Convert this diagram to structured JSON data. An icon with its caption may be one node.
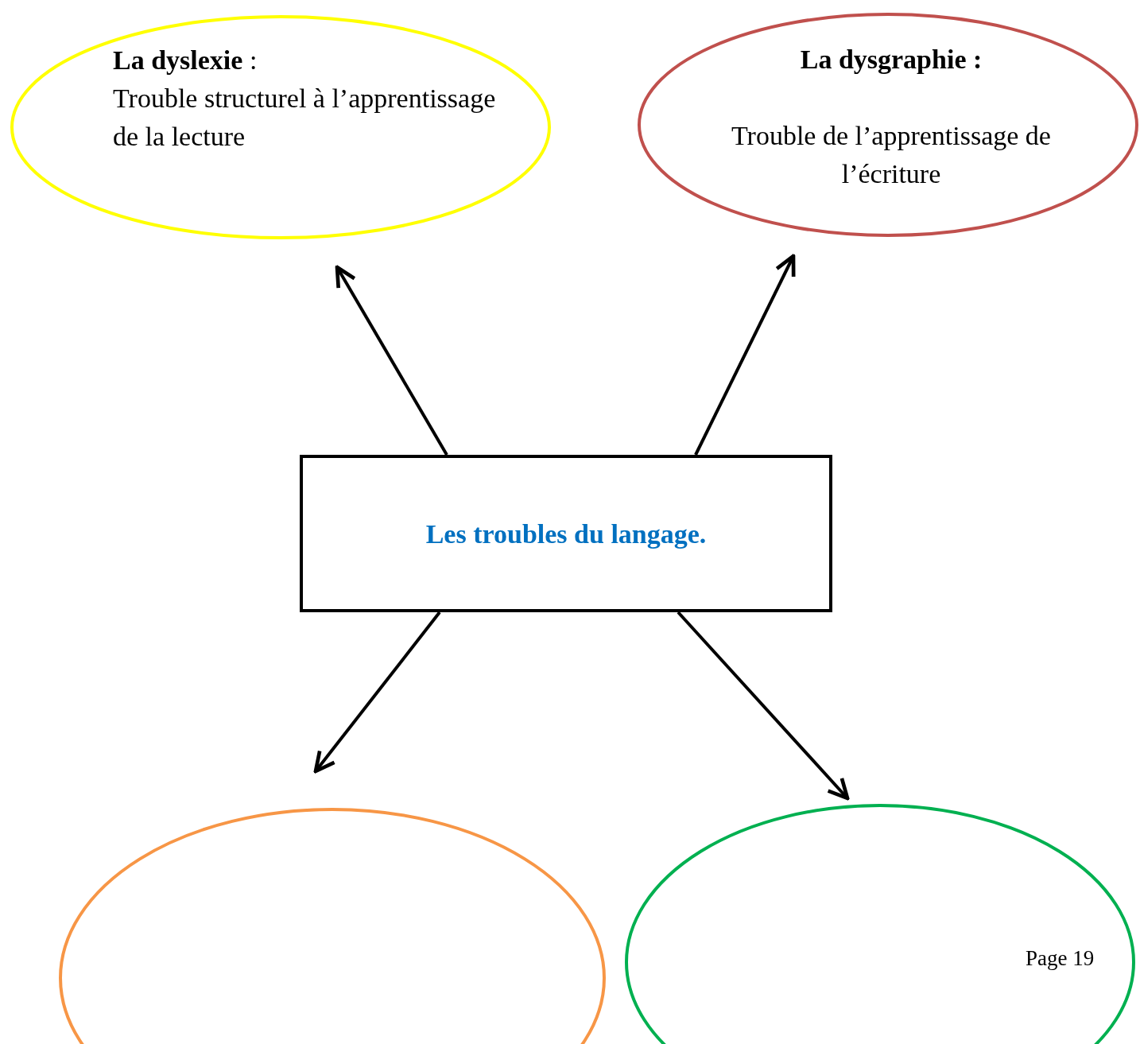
{
  "diagram": {
    "nodes": [
      {
        "text": [
          "**La dyslexie** :",
          "Trouble structurel à l’apprentissage de la lecture"
        ]
      },
      {
        "text": [
          "**La dysgraphie :**",
          "Trouble de l’apprentissage de l’écriture"
        ]
      },
      {
        "text": [
          "Les troubles du langage."
        ]
      },
      {
        "text": [],
        "shape": "ellipse"
      },
      {
        "text": [],
        "shape": "ellipse"
      }
    ],
    "edges": [
      {
        "from": 2,
        "to": 0,
        "arrow": "to"
      },
      {
        "from": 2,
        "to": 1,
        "arrow": "to"
      },
      {
        "from": 2,
        "to": 3,
        "arrow": "to"
      },
      {
        "from": 2,
        "to": 4,
        "arrow": "to"
      }
    ],
    "labels": [
      "Page 19"
    ]
  }
}
